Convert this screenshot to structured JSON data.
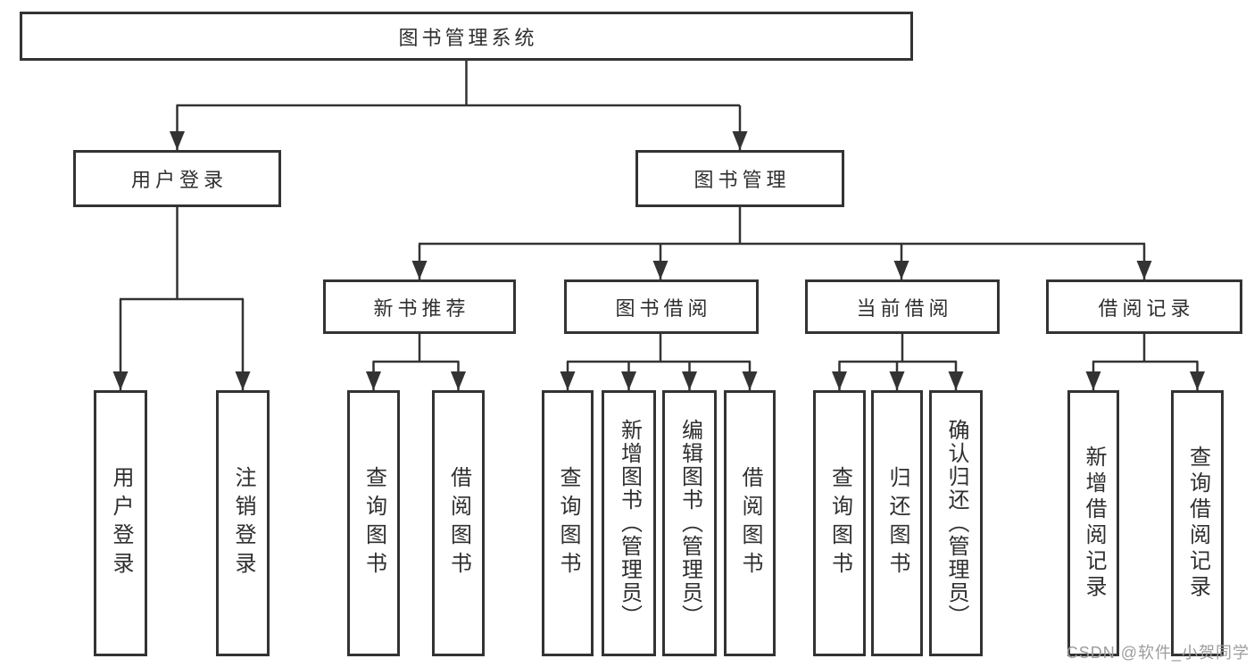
{
  "colors": {
    "line": "#333333",
    "border": "#333333",
    "text": "#2f2f2f",
    "background": "#ffffff",
    "watermark": "#9c9c9c"
  },
  "watermark": {
    "text": "CSDN @软件_小贺同学"
  },
  "tree": {
    "label": "图书管理系统",
    "children": [
      {
        "label": "用户登录",
        "children": [
          {
            "label": "用户登录"
          },
          {
            "label": "注销登录"
          }
        ]
      },
      {
        "label": "图书管理",
        "children": [
          {
            "label": "新书推荐",
            "children": [
              {
                "label": "查询图书"
              },
              {
                "label": "借阅图书"
              }
            ]
          },
          {
            "label": "图书借阅",
            "children": [
              {
                "label": "查询图书"
              },
              {
                "label": "新增图书（管理员）"
              },
              {
                "label": "编辑图书（管理员）"
              },
              {
                "label": "借阅图书"
              }
            ]
          },
          {
            "label": "当前借阅",
            "children": [
              {
                "label": "查询图书"
              },
              {
                "label": "归还图书"
              },
              {
                "label": "确认归还（管理员）"
              }
            ]
          },
          {
            "label": "借阅记录",
            "children": [
              {
                "label": "新增借阅记录"
              },
              {
                "label": "查询借阅记录"
              }
            ]
          }
        ]
      }
    ]
  }
}
